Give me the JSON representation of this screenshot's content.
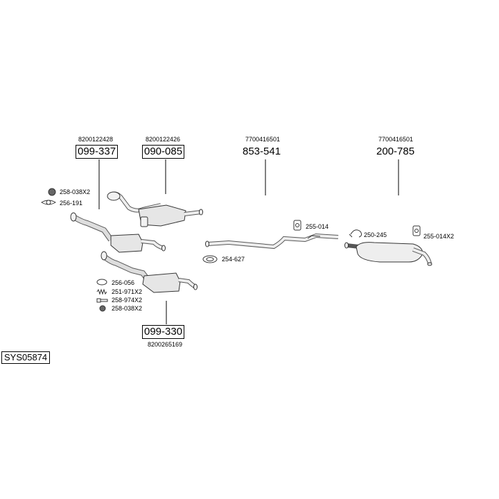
{
  "system_code": "SYS05874",
  "parts": [
    {
      "part_no": "099-337",
      "oem_ref": "8200122428",
      "boxed": true
    },
    {
      "part_no": "090-085",
      "oem_ref": "8200122426",
      "boxed": true
    },
    {
      "part_no": "853-541",
      "oem_ref": "7700416501",
      "boxed": false
    },
    {
      "part_no": "200-785",
      "oem_ref": "7700416501",
      "boxed": false
    },
    {
      "part_no": "099-330",
      "oem_ref": "8200265169",
      "boxed": true
    }
  ],
  "accessories": [
    {
      "code": "258-038X2",
      "icon": "rubber-hanger-icon"
    },
    {
      "code": "256-191",
      "icon": "flange-gasket-icon"
    },
    {
      "code": "255-014",
      "icon": "mounting-hanger-icon"
    },
    {
      "code": "250-245",
      "icon": "pipe-clamp-icon"
    },
    {
      "code": "255-014X2",
      "icon": "mounting-hanger-icon"
    },
    {
      "code": "254-627",
      "icon": "gasket-ring-icon"
    },
    {
      "code": "256-056",
      "icon": "sealing-ring-icon"
    },
    {
      "code": "251-971X2",
      "icon": "spring-icon"
    },
    {
      "code": "258-974X2",
      "icon": "bolt-icon"
    },
    {
      "code": "258-038X2",
      "icon": "rubber-hanger-icon"
    }
  ]
}
